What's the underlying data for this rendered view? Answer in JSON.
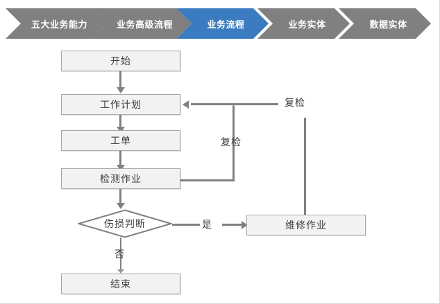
{
  "breadcrumb": {
    "active_color": "#3a7cbf",
    "inactive_color": "#808080",
    "text_color": "#ffffff",
    "steps": [
      {
        "label": "五大业务能力",
        "active": false
      },
      {
        "label": "业务高级流程",
        "active": false
      },
      {
        "label": "业务流程",
        "active": true
      },
      {
        "label": "业务实体",
        "active": false
      },
      {
        "label": "数据实体",
        "active": false
      }
    ]
  },
  "flowchart": {
    "type": "flowchart",
    "node_fill": "#f2f2f2",
    "node_border": "#a6a6a6",
    "connector_color": "#808080",
    "nodes": [
      {
        "id": "start",
        "label": "开始",
        "shape": "rect"
      },
      {
        "id": "workplan",
        "label": "工作计划",
        "shape": "rect"
      },
      {
        "id": "workorder",
        "label": "工单",
        "shape": "rect"
      },
      {
        "id": "inspection",
        "label": "检测作业",
        "shape": "rect"
      },
      {
        "id": "damage",
        "label": "伤损判断",
        "shape": "diamond"
      },
      {
        "id": "repair",
        "label": "维修作业",
        "shape": "rect"
      },
      {
        "id": "end",
        "label": "结束",
        "shape": "rect"
      }
    ],
    "edge_labels": {
      "recheck_from_repair": "复检",
      "recheck_from_inspection": "复检",
      "yes": "是",
      "no": "否"
    }
  }
}
